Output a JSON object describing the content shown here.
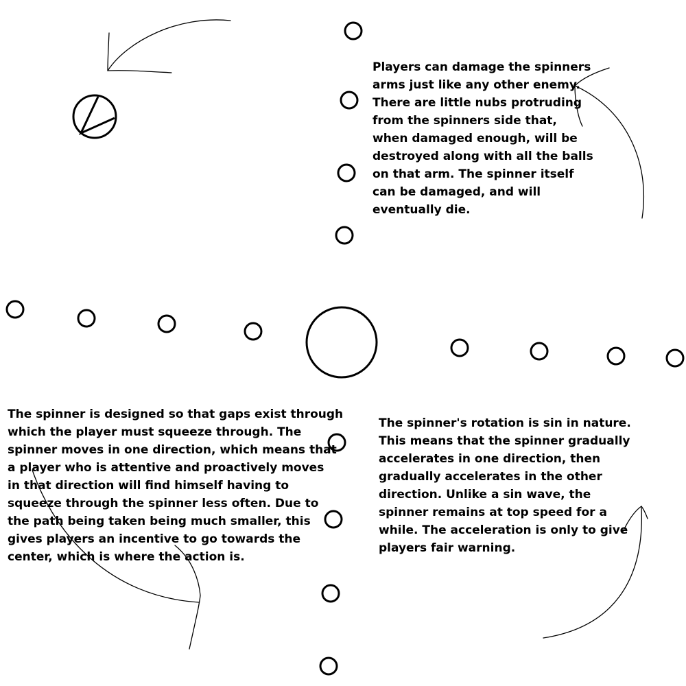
{
  "notes": {
    "top_right": "Players can damage the spinners\narms just like any other enemy.\nThere are little nubs protruding\nfrom the spinners side that,\nwhen damaged enough, will be\ndestroyed along with all the balls\non that arm. The spinner itself\ncan be damaged, and will\neventually die.",
    "bottom_left": "The spinner is designed so that gaps exist through\nwhich the player must squeeze through. The\nspinner moves in one direction, which means that\na player who is attentive and proactively moves\nin that direction will find himself having to\nsqueeze through the spinner less often. Due to\nthe path being taken being much smaller, this\ngives players an incentive to go towards the\ncenter, which is where the action is.",
    "bottom_right": "The spinner's rotation is sin in nature.\nThis means that the spinner gradually\naccelerates in one direction, then\ngradually accelerates in the other\ndirection. Unlike a sin wave, the\nspinner remains at top speed for a\nwhile. The acceleration is only to give\nplayers fair warning."
  },
  "colors": {
    "ink": "#000000",
    "background": "#ffffff"
  }
}
